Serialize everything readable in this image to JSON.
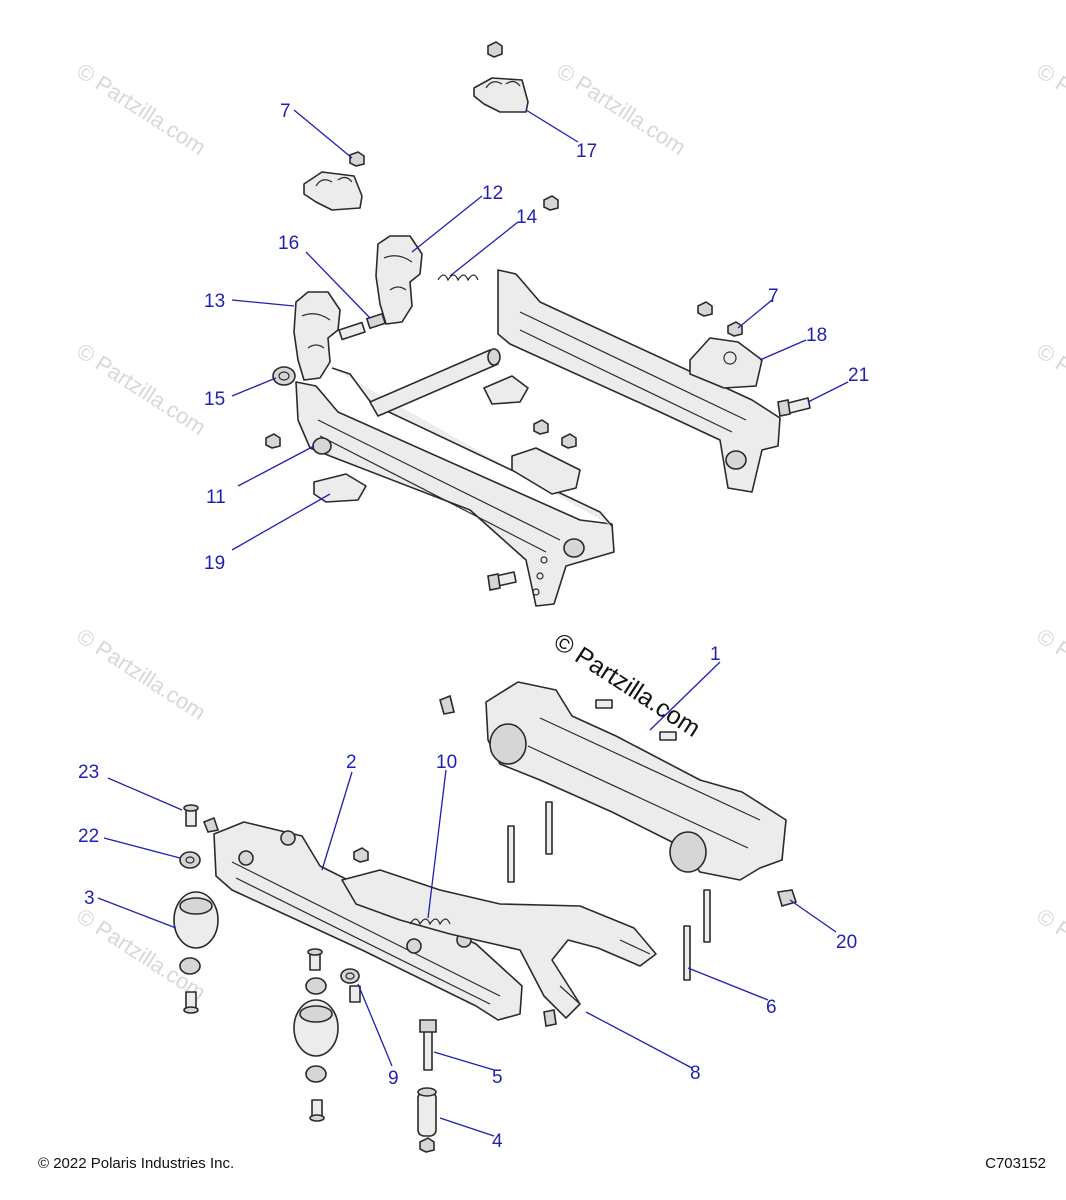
{
  "watermark": {
    "tile_text": "© Partzilla.com",
    "main_text": "© Partzilla.com"
  },
  "callouts": [
    {
      "id": "1",
      "label": "1"
    },
    {
      "id": "2",
      "label": "2"
    },
    {
      "id": "3",
      "label": "3"
    },
    {
      "id": "4",
      "label": "4"
    },
    {
      "id": "5",
      "label": "5"
    },
    {
      "id": "6",
      "label": "6"
    },
    {
      "id": "7a",
      "label": "7"
    },
    {
      "id": "7b",
      "label": "7"
    },
    {
      "id": "8",
      "label": "8"
    },
    {
      "id": "9",
      "label": "9"
    },
    {
      "id": "10",
      "label": "10"
    },
    {
      "id": "11",
      "label": "11"
    },
    {
      "id": "12",
      "label": "12"
    },
    {
      "id": "13",
      "label": "13"
    },
    {
      "id": "14",
      "label": "14"
    },
    {
      "id": "15",
      "label": "15"
    },
    {
      "id": "16",
      "label": "16"
    },
    {
      "id": "17",
      "label": "17"
    },
    {
      "id": "18",
      "label": "18"
    },
    {
      "id": "19",
      "label": "19"
    },
    {
      "id": "20",
      "label": "20"
    },
    {
      "id": "21",
      "label": "21"
    },
    {
      "id": "22",
      "label": "22"
    },
    {
      "id": "23",
      "label": "23"
    }
  ],
  "footer": {
    "copyright": "© 2022 Polaris Industries Inc.",
    "part_code": "C703152"
  },
  "colors": {
    "callout": "#1f1fb8",
    "line_art": "#2a2a2a",
    "watermark": "#d8d8d8"
  }
}
